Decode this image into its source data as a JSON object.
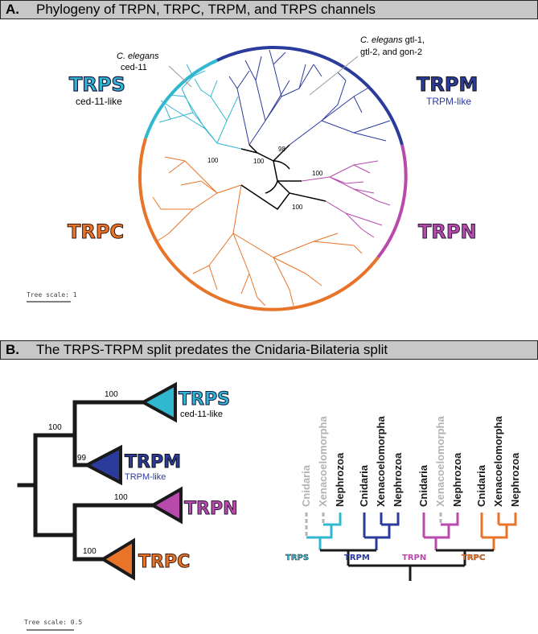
{
  "panel_a": {
    "letter": "A.",
    "title": "Phylogeny of TRPN, TRPC, TRPM, and TRPS channels",
    "clades": {
      "trps": {
        "name": "TRPS",
        "sub": "ced-11-like"
      },
      "trpm": {
        "name": "TRPM",
        "sub": "TRPM-like"
      },
      "trpn": {
        "name": "TRPN"
      },
      "trpc": {
        "name": "TRPC"
      }
    },
    "callouts": {
      "ced11_italic": "C. elegans",
      "ced11_rest": "ced-11",
      "gtl_italic": "C. elegans",
      "gtl_rest1": " gtl-1,",
      "gtl_rest2": "gtl-2, and gon-2"
    },
    "bootstrap": [
      "100",
      "100",
      "98",
      "100",
      "100"
    ],
    "tree_scale": "Tree scale: 1"
  },
  "panel_b": {
    "letter": "B.",
    "title": "The TRPS-TRPM split predates the Cnidaria-Bilateria split",
    "clades": {
      "trps": {
        "name": "TRPS",
        "sub": "ced-11-like"
      },
      "trpm": {
        "name": "TRPM",
        "sub": "TRPM-like"
      },
      "trpn": {
        "name": "TRPN"
      },
      "trpc": {
        "name": "TRPC"
      }
    },
    "bootstrap": [
      "100",
      "100",
      "99",
      "100",
      "100"
    ],
    "taxa": [
      "Cnidaria",
      "Xenacoelomorpha",
      "Nephrozoa"
    ],
    "group_labels": [
      "TRPS",
      "TRPM",
      "TRPN",
      "TRPC"
    ],
    "tree_scale": "Tree scale: 0.5"
  },
  "colors": {
    "trps": "#2fb8cf",
    "trpm": "#2b3b9c",
    "trpn": "#b84aac",
    "trpc": "#e8742a",
    "header_bg": "#c7c7c7",
    "absent": "#b3b3b3"
  }
}
